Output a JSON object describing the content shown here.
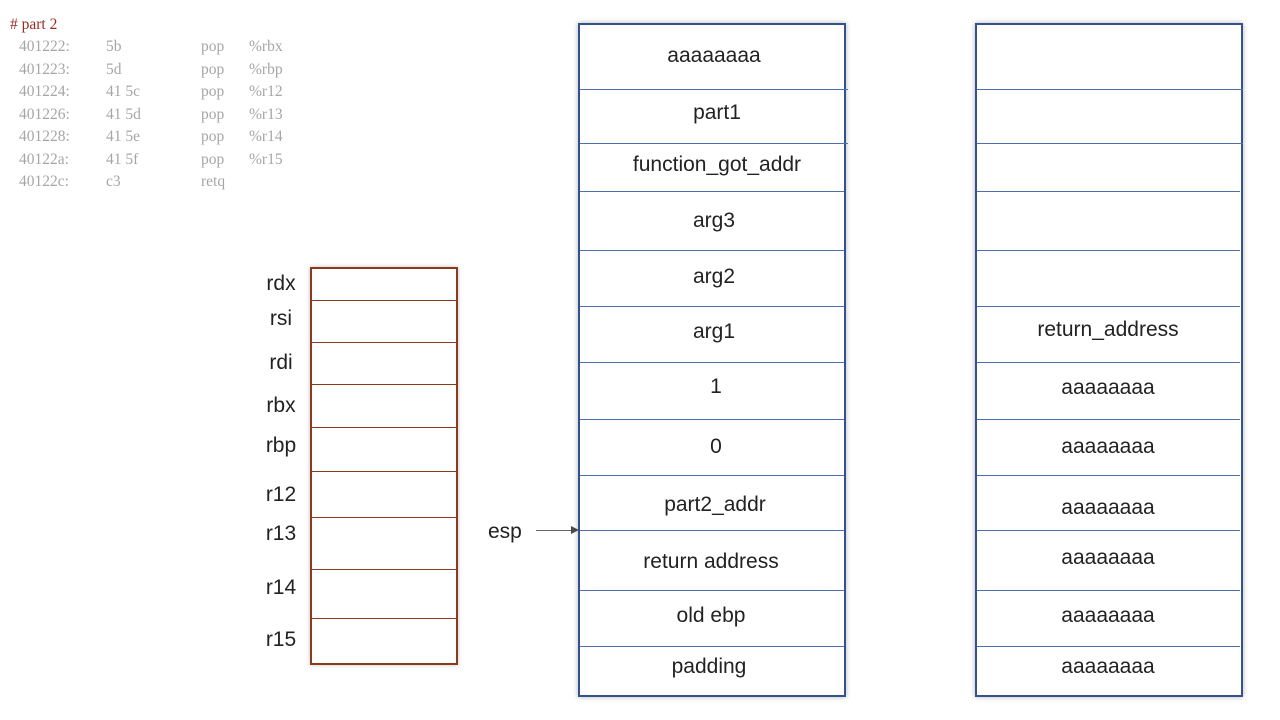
{
  "assembly": {
    "title": "# part 2",
    "lines": [
      {
        "addr": "401222:",
        "bytes": "5b",
        "mnemonic": "pop",
        "operand": "%rbx"
      },
      {
        "addr": "401223:",
        "bytes": "5d",
        "mnemonic": "pop",
        "operand": "%rbp"
      },
      {
        "addr": "401224:",
        "bytes": "41 5c",
        "mnemonic": "pop",
        "operand": "%r12"
      },
      {
        "addr": "401226:",
        "bytes": "41 5d",
        "mnemonic": "pop",
        "operand": "%r13"
      },
      {
        "addr": "401228:",
        "bytes": "41 5e",
        "mnemonic": "pop",
        "operand": "%r14"
      },
      {
        "addr": "40122a:",
        "bytes": "41 5f",
        "mnemonic": "pop",
        "operand": "%r15"
      },
      {
        "addr": "40122c:",
        "bytes": "c3",
        "mnemonic": "retq",
        "operand": ""
      }
    ]
  },
  "registers": [
    "rdx",
    "rsi",
    "rdi",
    "rbx",
    "rbp",
    "r12",
    "r13",
    "r14",
    "r15"
  ],
  "pointer": {
    "label": "esp"
  },
  "stack_left": [
    "aaaaaaaa",
    "part1",
    "function_got_addr",
    "arg3",
    "arg2",
    "arg1",
    "1",
    "0",
    "part2_addr",
    "return address",
    "old ebp",
    "padding"
  ],
  "stack_right": [
    "",
    "",
    "",
    "",
    "",
    "return_address",
    "aaaaaaaa",
    "aaaaaaaa",
    "aaaaaaaa",
    "aaaaaaaa",
    "aaaaaaaa",
    "aaaaaaaa"
  ],
  "colors": {
    "title": "#9b2a22",
    "asm_text": "#a6a6a6",
    "register_border": "#8b3b1b",
    "stack_border": "#34538d"
  }
}
